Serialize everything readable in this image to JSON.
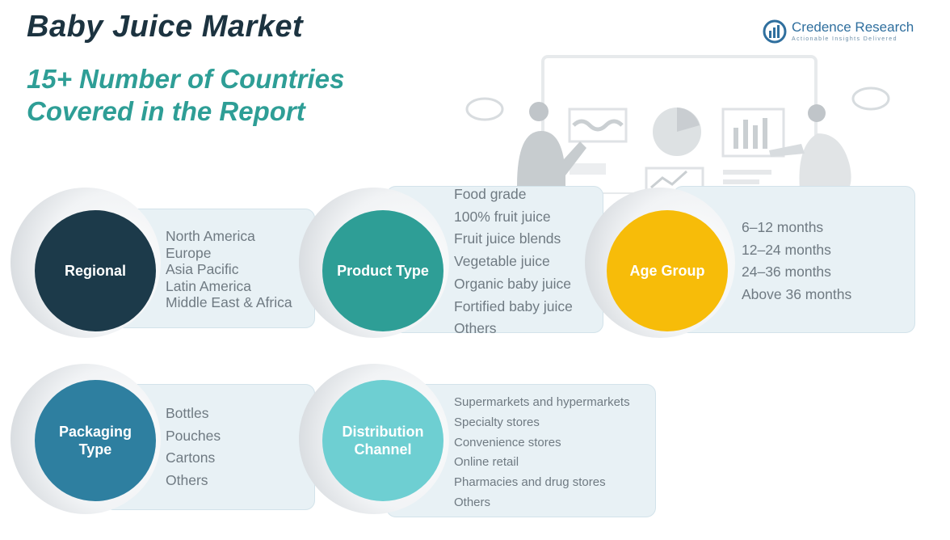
{
  "title": "Baby Juice Market",
  "subtitle_line1": "15+ Number of Countries",
  "subtitle_line2": "Covered in the Report",
  "logo": {
    "name": "Credence Research",
    "tagline": "Actionable Insights Delivered"
  },
  "colors": {
    "regional": "#1c3a4a",
    "product": "#2e9e96",
    "age": "#f7bc09",
    "packaging": "#2e7fa0",
    "distribution": "#6ecfd2",
    "card": "#e8f1f5"
  },
  "segments": {
    "regional": {
      "label": "Regional",
      "items": [
        "North America",
        "Europe",
        "Asia Pacific",
        "Latin America",
        "Middle East & Africa"
      ]
    },
    "product": {
      "label": "Product Type",
      "items": [
        "Food grade",
        "100% fruit juice",
        "Fruit juice blends",
        "Vegetable juice",
        "Organic baby juice",
        "Fortified baby juice",
        "Others"
      ]
    },
    "age": {
      "label": "Age Group",
      "items": [
        "6–12 months",
        "12–24 months",
        "24–36 months",
        "Above 36 months"
      ]
    },
    "packaging": {
      "label_line1": "Packaging",
      "label_line2": "Type",
      "items": [
        "Bottles",
        "Pouches",
        "Cartons",
        "Others"
      ]
    },
    "distribution": {
      "label_line1": "Distribution",
      "label_line2": "Channel",
      "items": [
        "Supermarkets and hypermarkets",
        "Specialty stores",
        "Convenience stores",
        "Online retail",
        "Pharmacies and drug stores",
        "Others"
      ]
    }
  }
}
